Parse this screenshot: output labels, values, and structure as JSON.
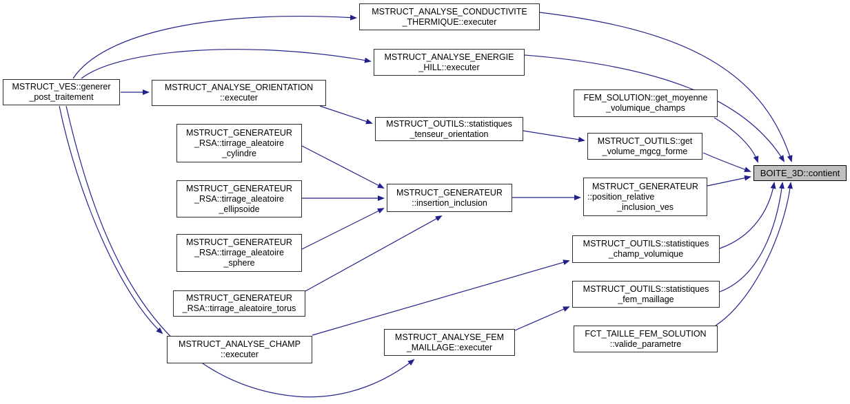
{
  "colors": {
    "background": "#ffffff",
    "edge": "#22218b",
    "node_border": "#2b2b2b",
    "node_fill": "#ffffff",
    "root_node_fill": "#bfbfbf",
    "text": "#000000"
  },
  "graph": {
    "type": "call-graph",
    "root": "BOITE_3D::contient",
    "nodes": [
      {
        "id": "ves",
        "label": "MSTRUCT_VES::generer_post_traitement",
        "lines": [
          "MSTRUCT_VES::generer",
          "_post_traitement"
        ]
      },
      {
        "id": "conductivite",
        "label": "MSTRUCT_ANALYSE_CONDUCTIVITE_THERMIQUE::executer",
        "lines": [
          "MSTRUCT_ANALYSE_CONDUCTIVITE",
          "_THERMIQUE::executer"
        ]
      },
      {
        "id": "energie",
        "label": "MSTRUCT_ANALYSE_ENERGIE_HILL::executer",
        "lines": [
          "MSTRUCT_ANALYSE_ENERGIE",
          "_HILL::executer"
        ]
      },
      {
        "id": "orientation",
        "label": "MSTRUCT_ANALYSE_ORIENTATION::executer",
        "lines": [
          "MSTRUCT_ANALYSE_ORIENTATION",
          "::executer"
        ]
      },
      {
        "id": "tenseur",
        "label": "MSTRUCT_OUTILS::statistiques_tenseur_orientation",
        "lines": [
          "MSTRUCT_OUTILS::statistiques",
          "_tenseur_orientation"
        ]
      },
      {
        "id": "fem_solution",
        "label": "FEM_SOLUTION::get_moyenne_volumique_champs",
        "lines": [
          "FEM_SOLUTION::get_moyenne",
          "_volumique_champs"
        ]
      },
      {
        "id": "get_volume",
        "label": "MSTRUCT_OUTILS::get_volume_mgcg_forme",
        "lines": [
          "MSTRUCT_OUTILS::get",
          "_volume_mgcg_forme"
        ]
      },
      {
        "id": "cylindre",
        "label": "MSTRUCT_GENERATEUR_RSA::tirrage_aleatoire_cylindre",
        "lines": [
          "MSTRUCT_GENERATEUR",
          "_RSA::tirrage_aleatoire",
          "_cylindre"
        ]
      },
      {
        "id": "ellipsoide",
        "label": "MSTRUCT_GENERATEUR_RSA::tirrage_aleatoire_ellipsoide",
        "lines": [
          "MSTRUCT_GENERATEUR",
          "_RSA::tirrage_aleatoire",
          "_ellipsoide"
        ]
      },
      {
        "id": "sphere",
        "label": "MSTRUCT_GENERATEUR_RSA::tirrage_aleatoire_sphere",
        "lines": [
          "MSTRUCT_GENERATEUR",
          "_RSA::tirrage_aleatoire",
          "_sphere"
        ]
      },
      {
        "id": "torus",
        "label": "MSTRUCT_GENERATEUR_RSA::tirrage_aleatoire_torus",
        "lines": [
          "MSTRUCT_GENERATEUR",
          "_RSA::tirrage_aleatoire_torus"
        ]
      },
      {
        "id": "insertion",
        "label": "MSTRUCT_GENERATEUR::insertion_inclusion",
        "lines": [
          "MSTRUCT_GENERATEUR",
          "::insertion_inclusion"
        ]
      },
      {
        "id": "position_relative",
        "label": "MSTRUCT_GENERATEUR::position_relative_inclusion_ves",
        "lines": [
          "MSTRUCT_GENERATEUR",
          "::position_relative",
          "_inclusion_ves"
        ]
      },
      {
        "id": "champ_volumique",
        "label": "MSTRUCT_OUTILS::statistiques_champ_volumique",
        "lines": [
          "MSTRUCT_OUTILS::statistiques",
          "_champ_volumique"
        ]
      },
      {
        "id": "fem_maillage",
        "label": "MSTRUCT_OUTILS::statistiques_fem_maillage",
        "lines": [
          "MSTRUCT_OUTILS::statistiques",
          "_fem_maillage"
        ]
      },
      {
        "id": "valide_parametre",
        "label": "FCT_TAILLE_FEM_SOLUTION::valide_parametre",
        "lines": [
          "FCT_TAILLE_FEM_SOLUTION",
          "::valide_parametre"
        ]
      },
      {
        "id": "champ_exec",
        "label": "MSTRUCT_ANALYSE_CHAMP::executer",
        "lines": [
          "MSTRUCT_ANALYSE_CHAMP",
          "::executer"
        ]
      },
      {
        "id": "maillage_exec",
        "label": "MSTRUCT_ANALYSE_FEM_MAILLAGE::executer",
        "lines": [
          "MSTRUCT_ANALYSE_FEM",
          "_MAILLAGE::executer"
        ]
      },
      {
        "id": "contient",
        "label": "BOITE_3D::contient",
        "lines": [
          "BOITE_3D::contient"
        ]
      }
    ],
    "edges": [
      {
        "from": "ves",
        "to": "conductivite"
      },
      {
        "from": "ves",
        "to": "energie"
      },
      {
        "from": "ves",
        "to": "orientation"
      },
      {
        "from": "ves",
        "to": "champ_exec"
      },
      {
        "from": "ves",
        "to": "maillage_exec"
      },
      {
        "from": "orientation",
        "to": "tenseur"
      },
      {
        "from": "tenseur",
        "to": "get_volume"
      },
      {
        "from": "get_volume",
        "to": "contient"
      },
      {
        "from": "fem_solution",
        "to": "contient"
      },
      {
        "from": "conductivite",
        "to": "contient"
      },
      {
        "from": "energie",
        "to": "contient"
      },
      {
        "from": "cylindre",
        "to": "insertion"
      },
      {
        "from": "ellipsoide",
        "to": "insertion"
      },
      {
        "from": "sphere",
        "to": "insertion"
      },
      {
        "from": "torus",
        "to": "insertion"
      },
      {
        "from": "insertion",
        "to": "position_relative"
      },
      {
        "from": "position_relative",
        "to": "contient"
      },
      {
        "from": "champ_exec",
        "to": "champ_volumique"
      },
      {
        "from": "maillage_exec",
        "to": "fem_maillage"
      },
      {
        "from": "champ_volumique",
        "to": "contient"
      },
      {
        "from": "fem_maillage",
        "to": "contient"
      },
      {
        "from": "valide_parametre",
        "to": "contient"
      }
    ]
  }
}
